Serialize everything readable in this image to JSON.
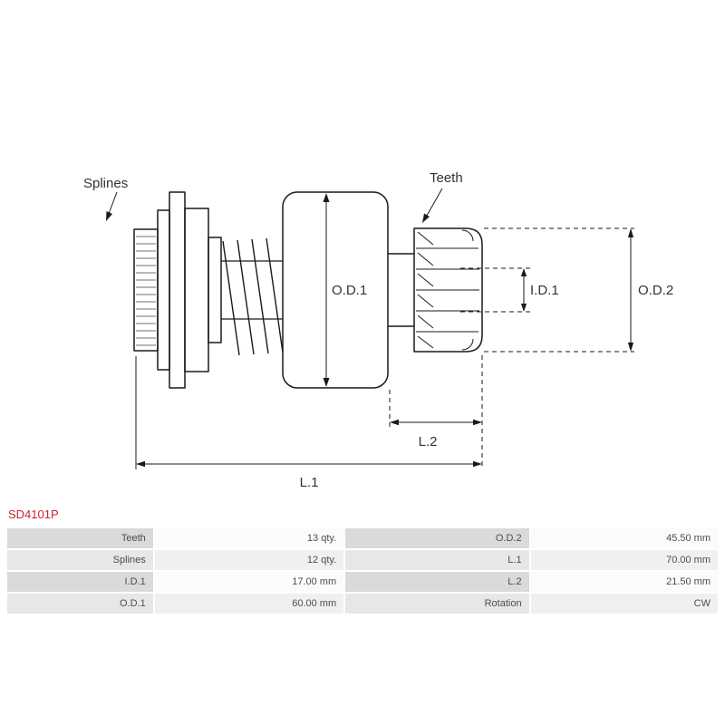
{
  "part": {
    "number": "SD4101P"
  },
  "diagram": {
    "labels": {
      "splines": "Splines",
      "teeth": "Teeth",
      "od1": "O.D.1",
      "id1": "I.D.1",
      "od2": "O.D.2",
      "l2": "L.2",
      "l1": "L.1"
    }
  },
  "specs": {
    "rows": [
      [
        "Teeth",
        "13 qty.",
        "O.D.2",
        "45.50 mm"
      ],
      [
        "Splines",
        "12 qty.",
        "L.1",
        "70.00 mm"
      ],
      [
        "I.D.1",
        "17.00 mm",
        "L.2",
        "21.50 mm"
      ],
      [
        "O.D.1",
        "60.00 mm",
        "Rotation",
        "CW"
      ]
    ]
  },
  "colors": {
    "part_number_red": "#c9252c",
    "diagram_line": "#1a1a1a",
    "table_label_bg": "#dadada",
    "table_value_bg": "#f0f0f0"
  }
}
